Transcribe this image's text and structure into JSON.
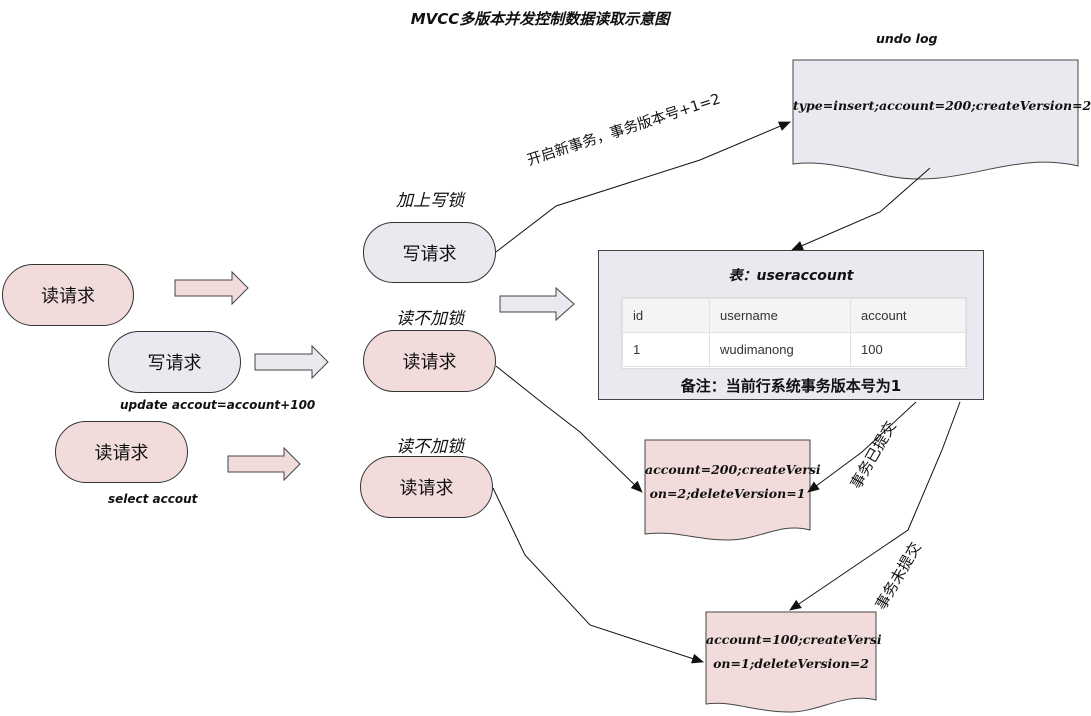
{
  "title": "MVCC多版本并发控制数据读取示意图",
  "undo_log": {
    "label": "undo log",
    "content": "type=insert;account=200;createVersion=2"
  },
  "annotations": {
    "new_txn": "开启新事务，事务版本号+1=2",
    "write_lock": "加上写锁",
    "no_lock_1": "读不加锁",
    "no_lock_2": "读不加锁",
    "committed": "事务已提交",
    "uncommitted": "事务未提交"
  },
  "left_requests": {
    "read1": "读请求",
    "write": "写请求",
    "write_sql": "update accout=account+100",
    "read2": "读请求",
    "read2_sql": "select accout"
  },
  "mid_requests": {
    "write": "写请求",
    "read1": "读请求",
    "read2": "读请求"
  },
  "table": {
    "title": "表：useraccount",
    "columns": [
      "id",
      "username",
      "account"
    ],
    "row": [
      "1",
      "wudimanong",
      "100"
    ],
    "note": "备注：当前行系统事务版本号为1"
  },
  "versions": {
    "v2_line1": "account=200;createVersi",
    "v2_line2": "on=2;deleteVersion=1",
    "v1_line1": "account=100;createVersi",
    "v1_line2": "on=1;deleteVersion=2"
  },
  "colors": {
    "pink": "#f2dcdb",
    "lavender": "#ebe8f0"
  }
}
